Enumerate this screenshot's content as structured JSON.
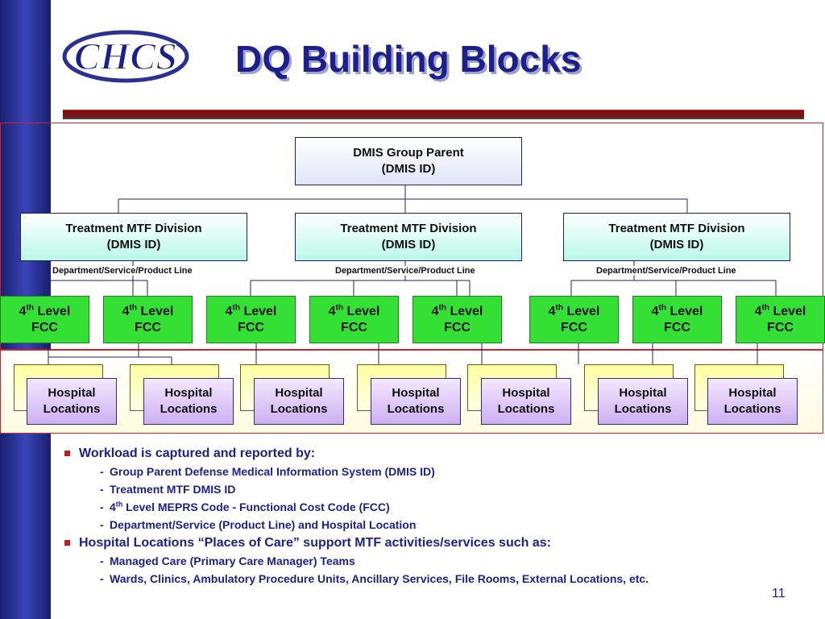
{
  "slide": {
    "title": "DQ Building Blocks",
    "logo_text": "CHCS",
    "page_number": "11"
  },
  "diagram": {
    "parent": {
      "line1": "DMIS Group Parent",
      "line2": "(DMIS ID)"
    },
    "divisions": [
      {
        "line1": "Treatment MTF Division",
        "line2": "(DMIS ID)",
        "dept_label": "Department/Service/Product Line"
      },
      {
        "line1": "Treatment MTF Division",
        "line2": "(DMIS ID)",
        "dept_label": "Department/Service/Product Line"
      },
      {
        "line1": "Treatment MTF Division",
        "line2": "(DMIS ID)",
        "dept_label": "Department/Service/Product Line"
      }
    ],
    "fcc": {
      "num": "4",
      "sup": "th",
      "word": "Level",
      "line2": "FCC"
    },
    "hospital": {
      "line1": "Hospital",
      "line2": "Locations"
    }
  },
  "bullets": [
    {
      "text": "Workload is captured and reported by:",
      "subs": [
        {
          "text": "Group Parent Defense Medical Information System (DMIS ID)"
        },
        {
          "text": "Treatment MTF DMIS ID"
        },
        {
          "pre": "4",
          "sup": "th",
          "post": " Level MEPRS Code - Functional Cost Code (FCC)"
        },
        {
          "text": "Department/Service (Product Line) and Hospital Location"
        }
      ]
    },
    {
      "text": "Hospital Locations “Places of Care” support MTF activities/services such as:",
      "subs": [
        {
          "text": "Managed Care (Primary Care Manager) Teams"
        },
        {
          "text": "Wards, Clinics, Ambulatory Procedure Units, Ancillary Services, File Rooms, External Locations, etc."
        }
      ]
    }
  ],
  "colors": {
    "title": "#1c1f8c",
    "sidebar": "#2a3190",
    "frame": "#d0202a",
    "fcc_box": "#33e033",
    "hospital_box": "#cdb0f0"
  }
}
